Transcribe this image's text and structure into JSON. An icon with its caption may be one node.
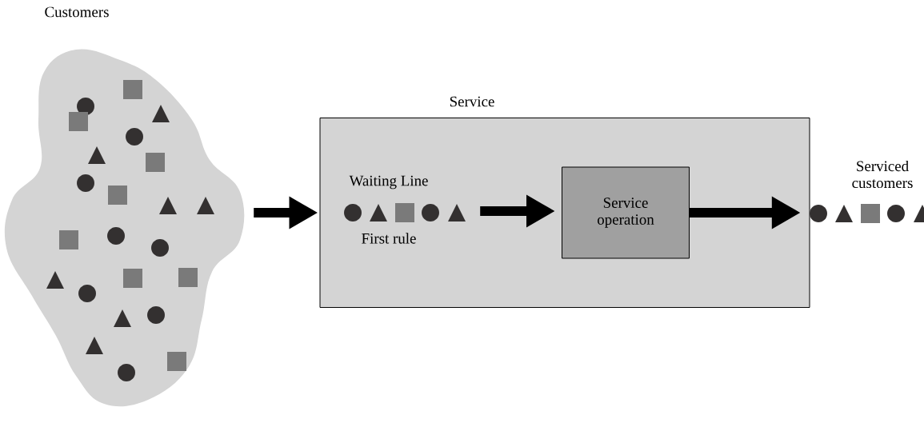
{
  "diagram": {
    "nodes": [
      {
        "text": [
          "Customers"
        ]
      },
      {
        "text": [
          "Service"
        ]
      },
      {
        "text": [
          "Waiting Line",
          "First rule"
        ],
        "in": 1
      },
      {
        "text": [
          "Service operation"
        ],
        "in": 1
      },
      {
        "text": [
          "Serviced customers"
        ]
      }
    ],
    "edges": [
      {
        "from": 0,
        "to": 1,
        "arrow": "to"
      },
      {
        "from": 2,
        "to": 3,
        "arrow": "to"
      },
      {
        "from": 3,
        "to": 4,
        "arrow": "to"
      }
    ]
  }
}
